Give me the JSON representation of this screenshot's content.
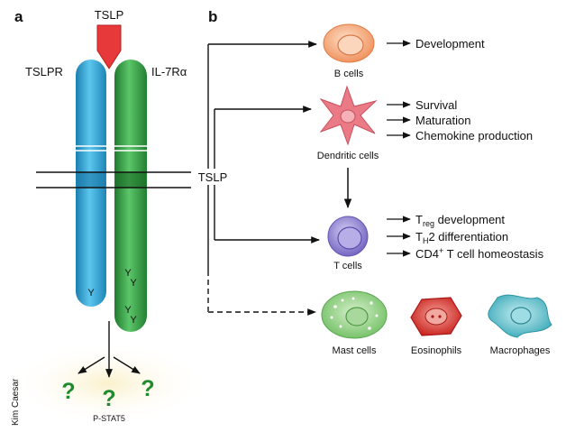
{
  "panel_a": {
    "letter": "a",
    "ligand": "TSLP",
    "receptor_left": "TSLPR",
    "receptor_right": "IL-7Rα",
    "tyr_marks": [
      "Y",
      "Y",
      "Y",
      "Y",
      "Y"
    ],
    "unknown_marks": [
      "?",
      "?",
      "?"
    ],
    "pstat": "P-STAT5",
    "credit": "Kim Caesar"
  },
  "panel_b": {
    "letter": "b",
    "tslp_label": "TSLP",
    "b_cells": {
      "label": "B cells",
      "effects": [
        "Development"
      ]
    },
    "dendritic_cells": {
      "label": "Dendritic cells",
      "effects": [
        "Survival",
        "Maturation",
        "Chemokine production"
      ]
    },
    "t_cells": {
      "label": "T cells",
      "treg_main": "T",
      "treg_sub": "reg",
      "treg_rest": " development",
      "th2_main": "T",
      "th2_sub": "H",
      "th2_rest": "2 differentiation",
      "cd4_main": "CD4",
      "cd4_sup": "+",
      "cd4_rest": " T cell homeostasis"
    },
    "mast_cells": "Mast cells",
    "eosinophils": "Eosinophils",
    "macrophages": "Macrophages"
  },
  "colors": {
    "tslpr": "#2ea6d8",
    "il7ra": "#3aa84a",
    "tslp": "#e8393a",
    "b_cell": "#f4a37a",
    "dendritic": "#ea7a86",
    "t_cell": "#8b7fd0",
    "mast": "#8ccf7e",
    "eosinophil": "#d8302a",
    "macrophage": "#5bc3cf",
    "question": "#1f8a2e"
  }
}
